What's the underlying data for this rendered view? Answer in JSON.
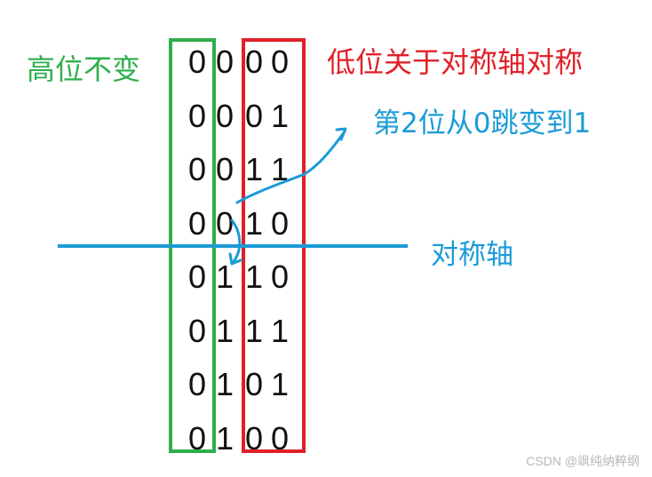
{
  "labels": {
    "high_bits": "高位不变",
    "low_bits": "低位关于对称轴对称",
    "bit_jump": "第2位从0跳变到1",
    "symmetry_axis": "对称轴"
  },
  "codes": [
    [
      "0",
      "0",
      "0",
      "0"
    ],
    [
      "0",
      "0",
      "0",
      "1"
    ],
    [
      "0",
      "0",
      "1",
      "1"
    ],
    [
      "0",
      "0",
      "1",
      "0"
    ],
    [
      "0",
      "1",
      "1",
      "0"
    ],
    [
      "0",
      "1",
      "1",
      "1"
    ],
    [
      "0",
      "1",
      "0",
      "1"
    ],
    [
      "0",
      "1",
      "0",
      "0"
    ]
  ],
  "colors": {
    "green": "#2fae4c",
    "red": "#e02028",
    "blue": "#1a9bd7"
  },
  "watermark": "CSDN @飒纯纳粹纲"
}
